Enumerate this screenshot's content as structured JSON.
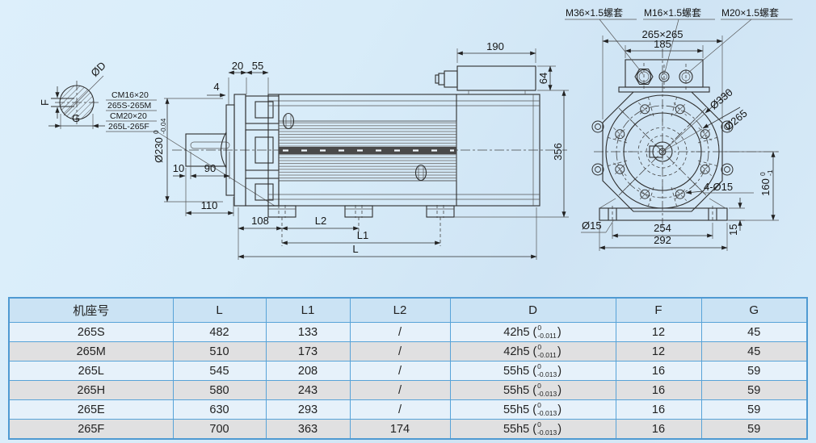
{
  "drawing": {
    "section": {
      "od": "ØD",
      "f": "F",
      "g": "G"
    },
    "note": {
      "l1": "CM16×20",
      "l2": "265S-265M",
      "l3": "CM20×20",
      "l4": "265L-265F"
    },
    "side": {
      "d20": "20",
      "d55": "55",
      "d4": "4",
      "d190": "190",
      "d64": "64",
      "d356": "356",
      "d10": "10",
      "d90": "90",
      "d110": "110",
      "d108": "108",
      "L2": "L2",
      "L1": "L1",
      "L": "L",
      "d230": "Ø230",
      "d230u": "0",
      "d230l": "-0.04"
    },
    "end": {
      "t1": "M36×1.5螺套",
      "t2": "M16×1.5螺套",
      "t3": "M20×1.5螺套",
      "sq": "265×265",
      "d185": "185",
      "c330": "Ø330",
      "c265": "Ø265",
      "h415": "4-Ø15",
      "d160": "160",
      "d160u": "0",
      "d160l": "-1",
      "c15": "Ø15",
      "d254": "254",
      "d292": "292",
      "d15": "15"
    }
  },
  "table": {
    "headers": [
      "机座号",
      "L",
      "L1",
      "L2",
      "D",
      "F",
      "G"
    ],
    "misc": {
      "open": "(",
      "close": ")"
    },
    "rows": [
      {
        "model": "265S",
        "L": "482",
        "L1": "133",
        "L2": "/",
        "db": "42h5",
        "du": "0",
        "dl": "-0.011",
        "F": "12",
        "G": "45"
      },
      {
        "model": "265M",
        "L": "510",
        "L1": "173",
        "L2": "/",
        "db": "42h5",
        "du": "0",
        "dl": "-0.011",
        "F": "12",
        "G": "45"
      },
      {
        "model": "265L",
        "L": "545",
        "L1": "208",
        "L2": "/",
        "db": "55h5",
        "du": "0",
        "dl": "-0.013",
        "F": "16",
        "G": "59"
      },
      {
        "model": "265H",
        "L": "580",
        "L1": "243",
        "L2": "/",
        "db": "55h5",
        "du": "0",
        "dl": "-0.013",
        "F": "16",
        "G": "59"
      },
      {
        "model": "265E",
        "L": "630",
        "L1": "293",
        "L2": "/",
        "db": "55h5",
        "du": "0",
        "dl": "-0.013",
        "F": "16",
        "G": "59"
      },
      {
        "model": "265F",
        "L": "700",
        "L1": "363",
        "L2": "174",
        "db": "55h5",
        "du": "0",
        "dl": "-0.013",
        "F": "16",
        "G": "59"
      }
    ]
  }
}
